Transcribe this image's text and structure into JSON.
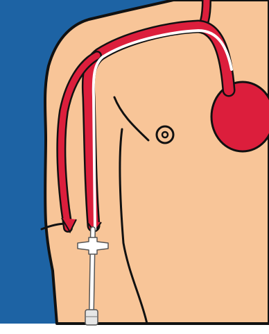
{
  "colors": {
    "background": "#1D63A4",
    "skin": "#F8C598",
    "outline": "#111111",
    "vessel": "#DC1E3C",
    "catheter": "#FFFFFF",
    "device": "#E6E6E6"
  },
  "icons": {
    "heart": "heart-shape",
    "nipple": "nipple-circle",
    "catheter_hub": "catheter-hub-cross"
  }
}
